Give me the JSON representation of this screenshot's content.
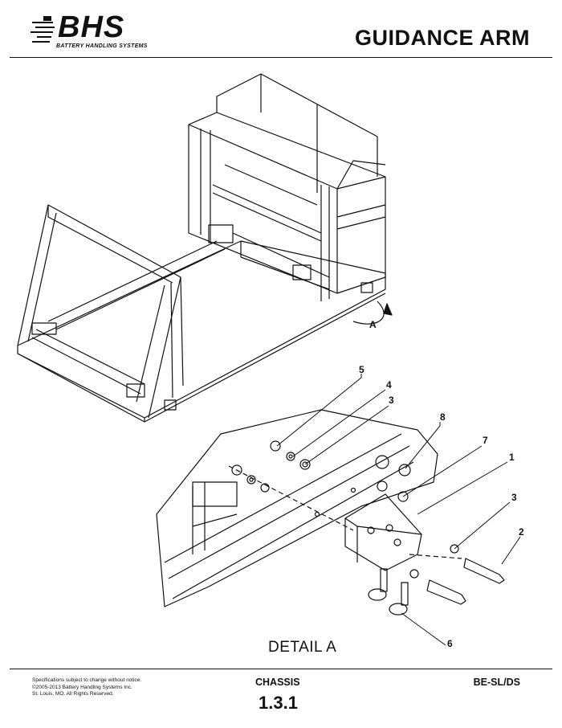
{
  "header": {
    "logo_text": "BHS",
    "logo_subtitle": "BATTERY HANDLING SYSTEMS",
    "title": "GUIDANCE ARM"
  },
  "drawing": {
    "view_marker": "A",
    "detail_caption": "DETAIL  A",
    "callouts": [
      "5",
      "4",
      "3",
      "8",
      "7",
      "1",
      "3",
      "2",
      "6"
    ]
  },
  "footer": {
    "notes": [
      "Specifications subject to change without notice.",
      "©2005-2013 Battery Handling Systems Inc.",
      "St. Louis, MO.  All Rights Reserved."
    ],
    "section": "CHASSIS",
    "page_number": "1.3.1",
    "model": "BE-SL/DS"
  }
}
